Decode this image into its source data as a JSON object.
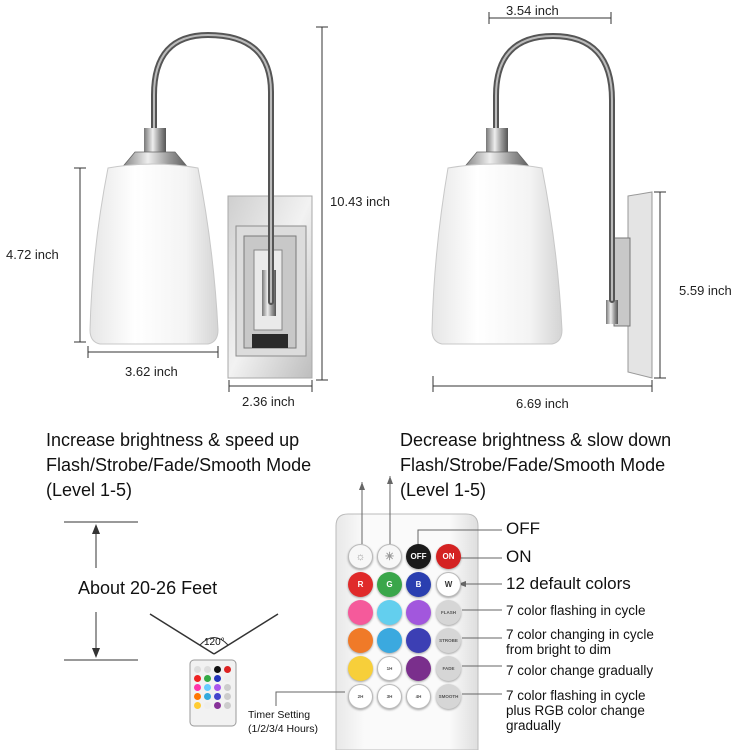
{
  "dimensions": {
    "front_height": "10.43 inch",
    "shade_height": "4.72 inch",
    "shade_width": "3.62 inch",
    "plate_width": "2.36 inch",
    "arm_reach": "3.54 inch",
    "plate_height": "5.59 inch",
    "depth": "6.69 inch"
  },
  "headings": {
    "increase_line1": "Increase brightness & speed up",
    "increase_line2": "Flash/Strobe/Fade/Smooth Mode",
    "increase_line3": "(Level 1-5)",
    "decrease_line1": "Decrease brightness & slow down",
    "decrease_line2": "Flash/Strobe/Fade/Smooth Mode",
    "decrease_line3": "(Level 1-5)"
  },
  "range": {
    "label": "About 20-26 Feet",
    "angle": "120°"
  },
  "remote": {
    "off": "OFF",
    "on": "ON",
    "r": "R",
    "g": "G",
    "b": "B",
    "w": "W",
    "flash": "FLASH",
    "strobe": "STROBE",
    "fade": "FADE",
    "smooth": "SMOOTH",
    "h1": "1H",
    "h2": "2H",
    "h3": "3H",
    "h4": "4H"
  },
  "callouts": {
    "off": "OFF",
    "on": "ON",
    "default_colors": "12 default colors",
    "flash": "7 color flashing in cycle",
    "strobe_line1": "7 color changing in cycle",
    "strobe_line2": "from bright to dim",
    "fade": "7 color change gradually",
    "smooth_line1": "7 color flashing in cycle",
    "smooth_line2": "plus RGB color change",
    "smooth_line3": "gradually"
  },
  "timer": {
    "line1": "Timer Setting",
    "line2": "(1/2/3/4 Hours)"
  },
  "colors": {
    "red": "#e02a2a",
    "green": "#3aa64a",
    "blue": "#2a3fb0",
    "off_button": "#1a1a1a",
    "on_button": "#d42222"
  }
}
